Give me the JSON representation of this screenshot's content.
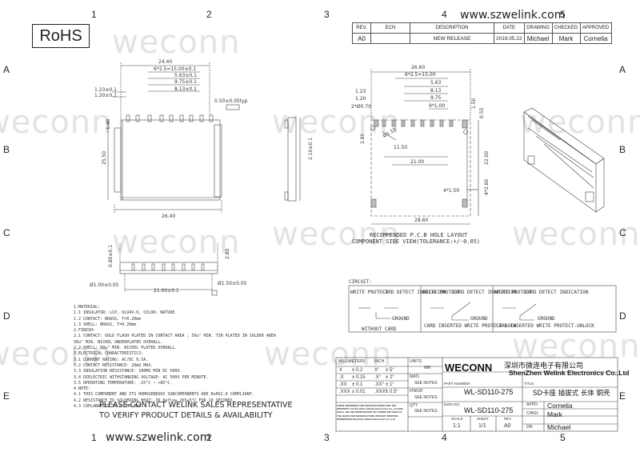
{
  "header": {
    "rohs": "RoHS",
    "url_top": "www.szwelink.com",
    "url_bottom": "www.szwelink.com",
    "watermark": "weconn"
  },
  "zones": {
    "columns": [
      "1",
      "2",
      "3",
      "4",
      "5"
    ],
    "rows": [
      "A",
      "B",
      "C",
      "D",
      "E"
    ]
  },
  "revision_table": {
    "headers": [
      "REV.",
      "ECN",
      "DESCRIPTION",
      "DATE",
      "DRAWING",
      "CHECKED",
      "APPROVED"
    ],
    "row": [
      "A0",
      "",
      "NEW RELEASE",
      "2019.05.22",
      "Michael",
      "Mark",
      "Cornelia"
    ]
  },
  "view_front": {
    "dims": [
      "24.40",
      "6*2.5=15.00±0.1",
      "5.63±0.1",
      "9.75±0.1",
      "8.13±0.1",
      "1.23±0.1",
      "1.20±0.1",
      "0.50±0.05typ",
      "1.40",
      "25.50",
      "26.40"
    ]
  },
  "view_side": {
    "dims": [
      "2.10±0.1"
    ]
  },
  "view_bottom": {
    "dims": [
      "0.80±0.1",
      "2.80",
      "Ø1.00±0.05",
      "21.00±0.1",
      "Ø1.50±0.05"
    ]
  },
  "pcb_layout": {
    "dims": [
      "26.60",
      "6*2.5=15.00",
      "5.63",
      "8.13",
      "9.75",
      "1.23",
      "1.20",
      "2*Ø0.70",
      "9*1.00",
      "1.50",
      "0.55",
      "2.80",
      "Ø1.10",
      "11.50",
      "21.00",
      "22.00",
      "4*1.50",
      "4*2.80",
      "28.60"
    ],
    "caption_line1": "RECOMMENDED P.C.B HOLE LAYOUT",
    "caption_line2": "COMPONENT SIDE VIEW(TOLERANCE:+/-0.05)"
  },
  "circuit": {
    "title": "CIRCUIT:",
    "blocks": [
      {
        "left": "WRITE PROTECT",
        "right": "CARD DETECT INDICATION",
        "ground": "GROUND",
        "caption": "WITHOUT CARD"
      },
      {
        "left": "WRITE PROTECT",
        "right": "CARD DETECT INDICATION",
        "ground": "GROUND",
        "caption": "CARD INSERTED WRITE PROTECT-LOCK"
      },
      {
        "left": "WRITE PROTECT",
        "right": "CARD DETECT INDICATION",
        "ground": "GROUND",
        "caption": "CARD INSERTED WRITE PROTECT-UNLOCK"
      }
    ]
  },
  "notes": [
    "1.MATERIAL:",
    "  1.1 INSULATOR: LCP, UL94V-0, COLOR: NATURE.",
    "  1.2 CONTACT: BRASS, T=0.20mm",
    "  1.3 SHELL: BRASS, T=0.20mm",
    "2.FINISH:",
    "  2.1 CONTACT: GOLD FLASH PLATED IN CONTACT AREA ; 50u\" MIN. TIN PLATED IN SOLDER AREA",
    "           30u\" MIN. NICKEL UNDERPLATED OVERALL.",
    "  2.2 SHELL: 50u\" MIN. NICKEL PLATED OVERALL.",
    "3.ELECTRICAL CHARACTERISTICS:",
    "  3.1 CURRENT RATING: AC/DC 0.5A.",
    "  3.2 CONTACT RESISTANCE: 20mΩ MAX.",
    "  3.3 INSULATION RESISTANCE: 100MΩ MIN DC 500V.",
    "  3.4 DIELECTRIC WITHSTANDING VOLTAGE: AC 500V PER MINUTE.",
    "  3.5 OPERATING TEMPERATURE: -25°C ~ +85°C.",
    "4.NOTE:",
    "  4.1 THIS COMPONENT AND ITS HOMOGENEOUS SUBCOMPONENTS ARE RoHS2.0 COMPLIANT.",
    "  4.2 RESISTANCE TO SOLDERING HEAT: IR Reflow 265±5°C FOR 10 SECONDS.",
    "  4.3 COPLANARITY IS 0.1MM MAX"
  ],
  "contact_notice": {
    "line1": "PLEASE CONTACT WELINK SALES REPRESENTATIVE",
    "line2": "TO VERIFY PRODUCT DETAILS & AVAILABILITY"
  },
  "title_block": {
    "units_hdr": [
      "MILLIMETERS",
      "INCH",
      "UNITS"
    ],
    "units_val": "MM",
    "tolerances": [
      [
        "X",
        "± 0.2",
        "X°",
        "± 5°"
      ],
      [
        ".X",
        "± 0.15",
        ".X°",
        "± 2°"
      ],
      [
        ".XX",
        "± 0.1",
        ".XX°",
        "± 1°"
      ],
      [
        ".XXX",
        "± 0.01",
        ".XXX°",
        "± 0.5°"
      ]
    ],
    "matl_label": "MATL",
    "matl_value": "SEE NOTES",
    "finish_label": "FINISH",
    "finish_value": "SEE NOTES",
    "qty_label": "QTY",
    "qty_value": "SEE NOTES",
    "disclaimer": "THESE DRAWINGS AND SPECIFICATIONS ARE THE PROPERTY OF ShenZhen Welink Electronics Co.,Ltd AND SHALL NOT BE REPRODUCED OR COPIED OR USED AS THE BASIS FOR MANUFACTURE WITHOUT WRITTEN PERMISSION ShenZhen Welink Electronics Co.,Ltd",
    "brand": "WECONN",
    "company_cn": "深圳市微连电子有限公司",
    "company_en": "ShenZhen Welink Electronics Co.,Ltd",
    "part_no_label": "PART NUMBER",
    "part_no": "WL-SD110-275",
    "dwg_no_label": "DWG NO.",
    "dwg_no": "WL-SD110-275",
    "title_label": "TITLE:",
    "title_value": "SD卡座 插拔式 长体 铜壳",
    "appd_label": "APPD:",
    "appd_value": "Cornelia",
    "chkd_label": "CHKD:",
    "chkd_value": "Mark",
    "dr_label": "DR:",
    "dr_value": "Michael",
    "scale_label": "SCALE",
    "scale_value": "1:1",
    "sheet_label": "SHEET",
    "sheet_value": "1/1",
    "rev_label": "REV",
    "rev_value": "A0"
  }
}
